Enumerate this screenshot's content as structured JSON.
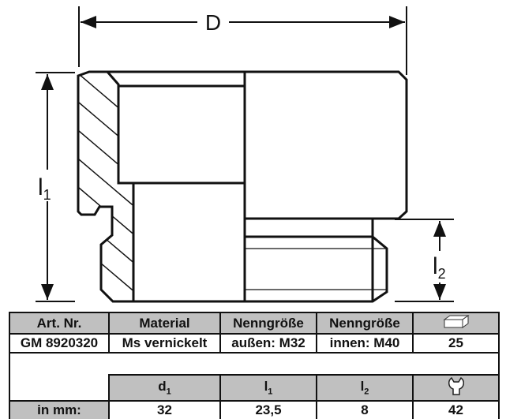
{
  "drawing": {
    "dim_D": "D",
    "dim_l1": "l",
    "dim_l1_sub": "1",
    "dim_l2": "l",
    "dim_l2_sub": "2"
  },
  "table": {
    "headers": [
      "Art. Nr.",
      "Material",
      "Nenngröße",
      "Nenngröße"
    ],
    "row1": [
      "GM 8920320",
      "Ms vernickelt",
      "außen: M32",
      "innen: M40",
      "25"
    ],
    "headers2": [
      {
        "main": "d",
        "sub": "1"
      },
      {
        "main": "l",
        "sub": "1"
      },
      {
        "main": "l",
        "sub": "2"
      }
    ],
    "row2": [
      "in mm:",
      "32",
      "23,5",
      "8",
      "42"
    ],
    "icons": [
      "package-unit-icon",
      "wrench-size-icon"
    ]
  }
}
